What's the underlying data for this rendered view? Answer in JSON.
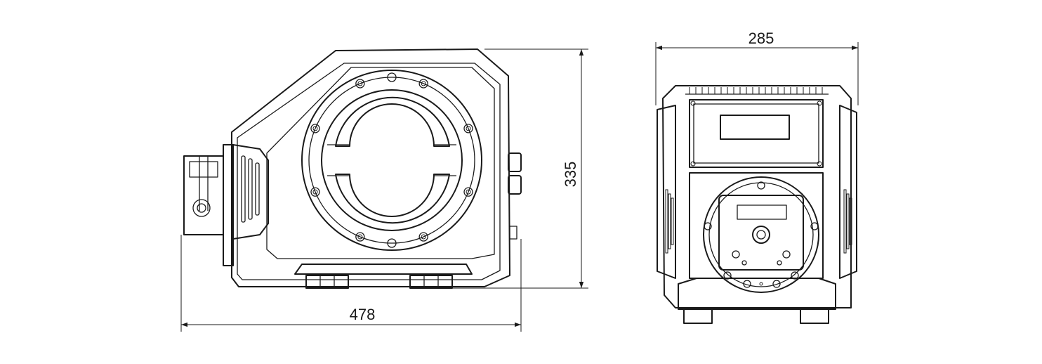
{
  "dimensions": {
    "side_length": "478",
    "side_height": "335",
    "front_width": "285"
  },
  "colors": {
    "line": "#1a1a1a",
    "background": "#ffffff"
  }
}
